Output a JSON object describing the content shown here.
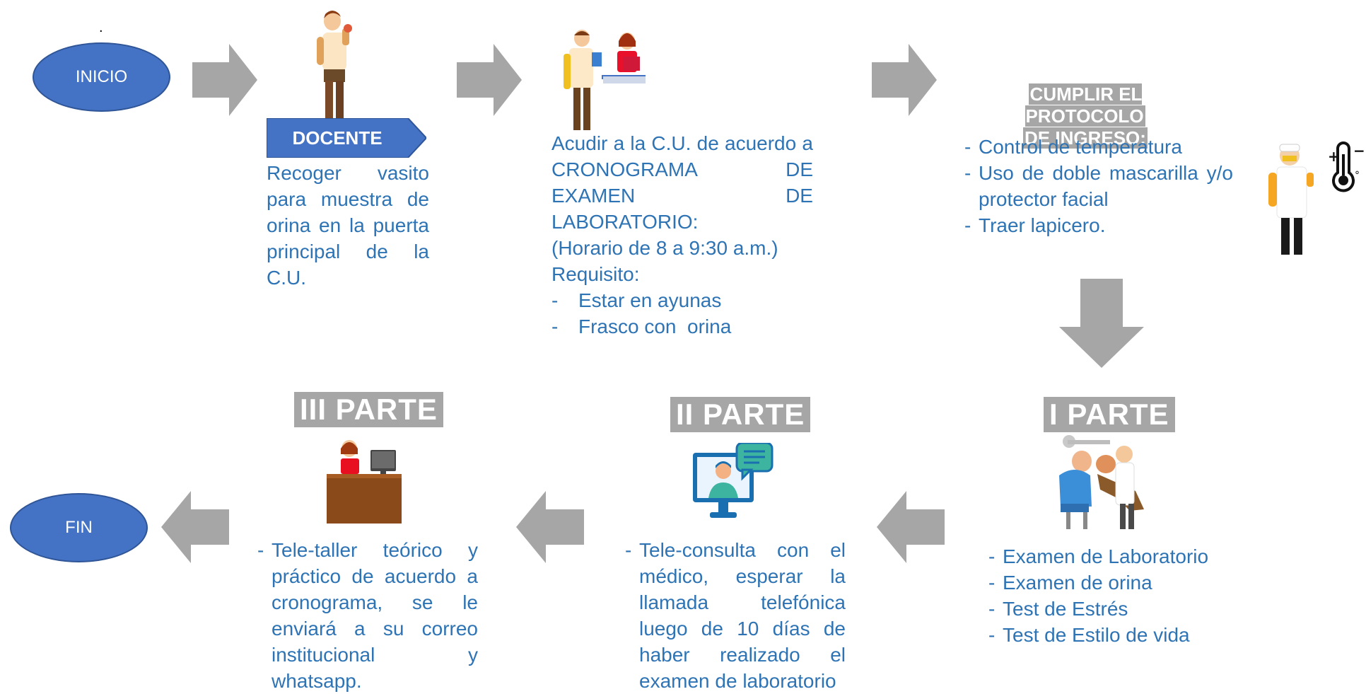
{
  "start": {
    "dot": ".",
    "label": "INICIO"
  },
  "end": {
    "label": "FIN"
  },
  "step1": {
    "banner": "DOCENTE",
    "text": "Recoger vasito para muestra de orina en la puerta principal de la C.U."
  },
  "step2": {
    "lines": [
      "Acudir a la C.U. de acuerdo a CRONOGRAMA DE EXAMEN DE LABORATORIO:",
      "(Horario de 8 a 9:30 a.m.)",
      "Requisito:"
    ],
    "requirements": [
      {
        "mark": "-",
        "text": "Estar en ayunas"
      },
      {
        "mark": "-",
        "text": "Frasco con  orina"
      }
    ]
  },
  "step3": {
    "title_line1": "CUMPLIR EL PROTOCOLO",
    "title_line2": "DE INGRESO:",
    "items": [
      {
        "mark": "-",
        "text": "Control de temperatura"
      },
      {
        "mark": "-",
        "text": "Uso de doble mascarilla y/o protector facial"
      },
      {
        "mark": "-",
        "text": "Traer lapicero."
      }
    ],
    "thermometer_symbols": {
      "plus": "+",
      "minus": "−",
      "degree": "°"
    }
  },
  "part1": {
    "label": "I PARTE",
    "items": [
      {
        "mark": "-",
        "text": "Examen de Laboratorio"
      },
      {
        "mark": "-",
        "text": "Examen de orina"
      },
      {
        "mark": "-",
        "text": "Test de Estrés"
      },
      {
        "mark": "-",
        "text": "Test de Estilo de vida"
      }
    ]
  },
  "part2": {
    "label": "II PARTE",
    "items": [
      {
        "mark": "-",
        "text": "Tele-consulta con el médico, esperar la llamada telefónica luego de 10 días de haber realizado el examen de laboratorio"
      }
    ]
  },
  "part3": {
    "label": "III PARTE",
    "items": [
      {
        "mark": "-",
        "text": "Tele-taller teórico y práctico de acuerdo a cronograma, se le enviará a su correo institucional y whatsapp."
      }
    ]
  },
  "colors": {
    "ellipse_fill": "#4472c4",
    "text_blue": "#2e74b5",
    "arrow_gray": "#a6a6a6",
    "label_gray": "#a6a6a6"
  }
}
